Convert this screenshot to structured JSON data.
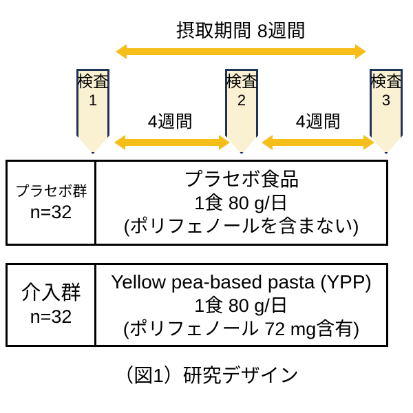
{
  "figure": {
    "caption": "（図1）研究デザイン",
    "colors": {
      "arrow": "#F6BE18",
      "marker_fill": "#FAF0D2",
      "marker_border": "#1F3359",
      "box_border": "#000000",
      "text": "#000000",
      "background": "#FFFFFF"
    }
  },
  "timeline": {
    "total_period_label": "摂取期間 8週間",
    "segments": [
      {
        "label": "4週間"
      },
      {
        "label": "4週間"
      }
    ],
    "markers": [
      {
        "label": "検査",
        "number": "1"
      },
      {
        "label": "検査",
        "number": "2"
      },
      {
        "label": "検査",
        "number": "3"
      }
    ]
  },
  "groups": [
    {
      "name": "プラセボ群",
      "count": "n=32",
      "detail": [
        "プラセボ食品",
        "1食 80 g/日",
        "(ポリフェノールを含まない)"
      ]
    },
    {
      "name": "介入群",
      "count": "n=32",
      "detail": [
        "Yellow pea-based pasta (YPP)",
        "1食 80 g/日",
        "(ポリフェノール 72 mg含有)"
      ]
    }
  ]
}
